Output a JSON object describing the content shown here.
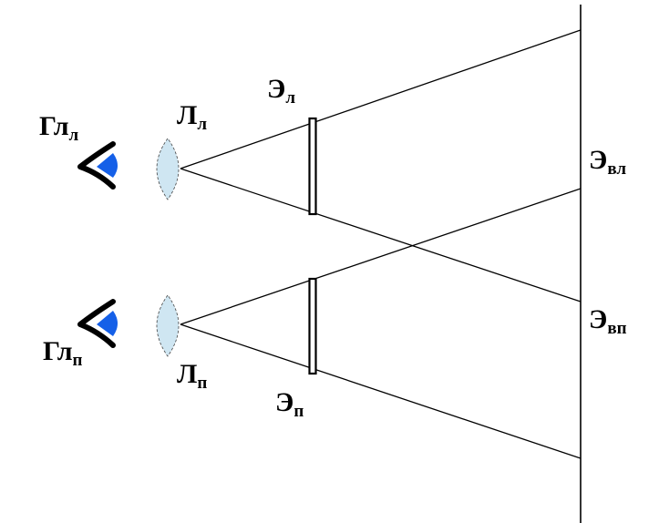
{
  "labels": {
    "eye_left": {
      "main": "Гл",
      "sub": "л"
    },
    "eye_right": {
      "main": "Гл",
      "sub": "п"
    },
    "lens_left": {
      "main": "Л",
      "sub": "л"
    },
    "lens_right": {
      "main": "Л",
      "sub": "п"
    },
    "screen_left": {
      "main": "Э",
      "sub": "л"
    },
    "screen_right": {
      "main": "Э",
      "sub": "п"
    },
    "virtual_left": {
      "main": "Э",
      "sub": "вл"
    },
    "virtual_right": {
      "main": "Э",
      "sub": "вп"
    }
  },
  "colors": {
    "iris": "#1560e8",
    "lens_fill": "#cfe6f2",
    "line": "#000000"
  }
}
